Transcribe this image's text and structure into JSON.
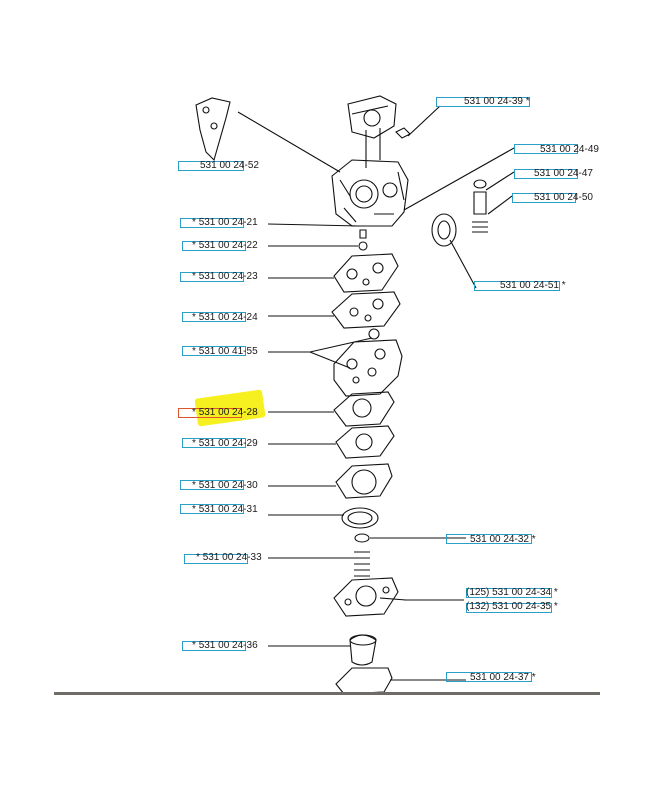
{
  "callouts": [
    {
      "id": "c39",
      "text": "531 00 24-39",
      "star": "*"
    },
    {
      "id": "c49",
      "text": "531 00 24-49",
      "star": ""
    },
    {
      "id": "c52",
      "text": "531 00 24-52",
      "star": ""
    },
    {
      "id": "c47",
      "text": "531 00 24-47",
      "star": ""
    },
    {
      "id": "c50",
      "text": "531 00 24-50",
      "star": ""
    },
    {
      "id": "c21",
      "text": "531 00 24-21",
      "star": "*"
    },
    {
      "id": "c22",
      "text": "531 00 24-22",
      "star": "*"
    },
    {
      "id": "c23",
      "text": "531 00 24-23",
      "star": "*"
    },
    {
      "id": "c51",
      "text": "531 00 24-51",
      "star": "*"
    },
    {
      "id": "c24",
      "text": "531 00 24-24",
      "star": "*"
    },
    {
      "id": "c55",
      "text": "531 00 41-55",
      "star": "*"
    },
    {
      "id": "c28",
      "text": "531 00 24-28",
      "star": "*"
    },
    {
      "id": "c29",
      "text": "531 00 24-29",
      "star": "*"
    },
    {
      "id": "c30",
      "text": "531 00 24-30",
      "star": "*"
    },
    {
      "id": "c31",
      "text": "531 00 24-31",
      "star": "*"
    },
    {
      "id": "c32",
      "text": "531 00 24-32",
      "star": "*"
    },
    {
      "id": "c33",
      "text": "531 00 24-33",
      "star": "*"
    },
    {
      "id": "c34",
      "text": "(125) 531 00 24-34",
      "star": "*"
    },
    {
      "id": "c35",
      "text": "(132) 531 00 24-35",
      "star": "*"
    },
    {
      "id": "c36",
      "text": "531 00 24-36",
      "star": "*"
    },
    {
      "id": "c37",
      "text": "531 00 24-37",
      "star": "*"
    }
  ],
  "colors": {
    "highlight": "#f7f021",
    "callout_box": "#2aa0c8",
    "callout_box_selected": "#e0542a",
    "line": "#111111"
  }
}
